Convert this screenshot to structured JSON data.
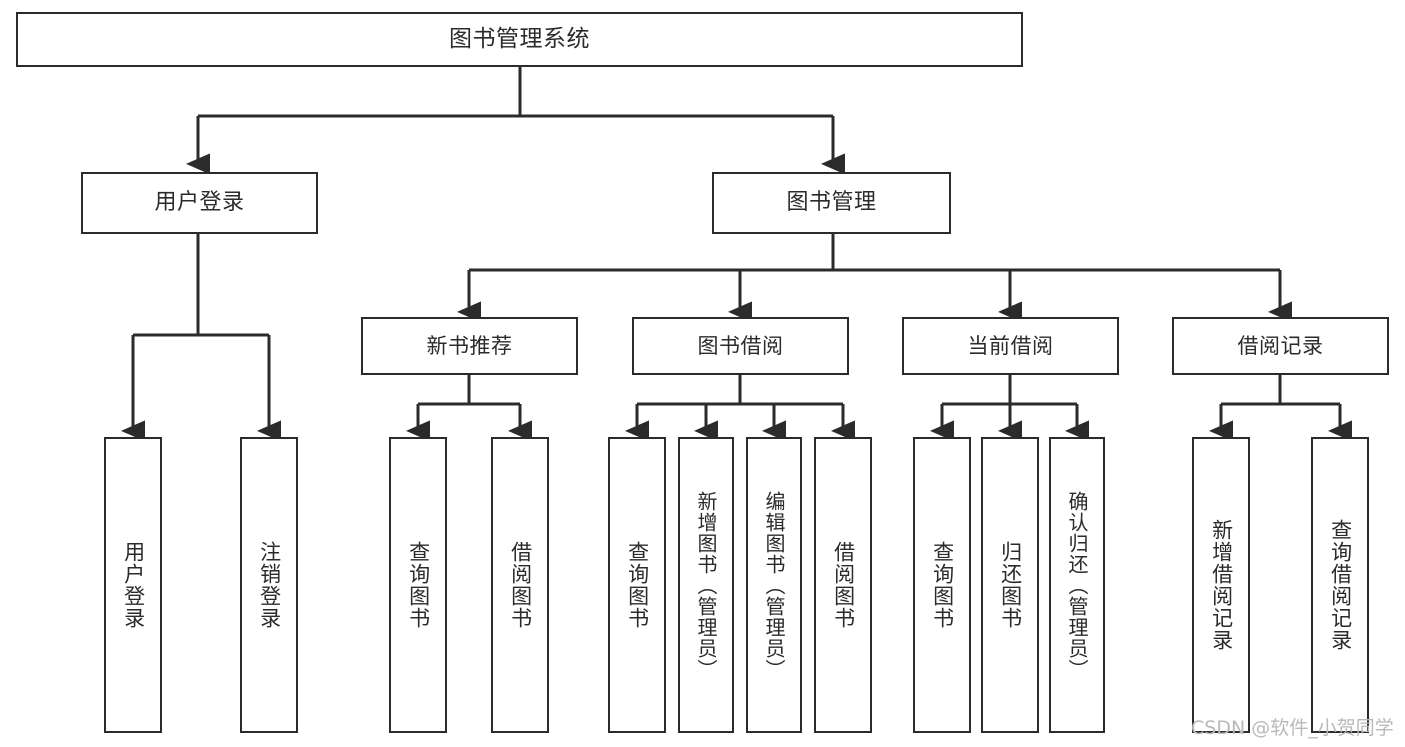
{
  "diagram": {
    "type": "tree",
    "title": "图书管理系统",
    "orientation": "top-down",
    "colors": {
      "box_border": "#2b2b2b",
      "box_fill": "#ffffff",
      "edge": "#2b2b2b",
      "background": "#ffffff",
      "watermark": "#b9b9b9"
    }
  },
  "watermark": {
    "text": "CSDN @软件_小贺同学"
  },
  "nodes": {
    "root": {
      "label": "图书管理系统"
    },
    "level1": [
      {
        "id": "user-login",
        "label": "用户登录"
      },
      {
        "id": "book-manage",
        "label": "图书管理"
      }
    ],
    "level2": [
      {
        "id": "new-book-recommend",
        "label": "新书推荐"
      },
      {
        "id": "book-borrow",
        "label": "图书借阅"
      },
      {
        "id": "current-borrow",
        "label": "当前借阅"
      },
      {
        "id": "borrow-record",
        "label": "借阅记录"
      }
    ],
    "leaves": {
      "user_login": [
        {
          "id": "leaf-user-login",
          "label": "用户登录"
        },
        {
          "id": "leaf-logout-login",
          "label": "注销登录"
        }
      ],
      "new_book_recommend": [
        {
          "id": "leaf-query-book-1",
          "label": "查询图书"
        },
        {
          "id": "leaf-borrow-book-1",
          "label": "借阅图书"
        }
      ],
      "book_borrow": [
        {
          "id": "leaf-query-book-2",
          "label": "查询图书"
        },
        {
          "id": "leaf-add-book",
          "label": "新增图书（管理员）"
        },
        {
          "id": "leaf-edit-book",
          "label": "编辑图书（管理员）"
        },
        {
          "id": "leaf-borrow-book-2",
          "label": "借阅图书"
        }
      ],
      "current_borrow": [
        {
          "id": "leaf-query-book-3",
          "label": "查询图书"
        },
        {
          "id": "leaf-return-book",
          "label": "归还图书"
        },
        {
          "id": "leaf-confirm-return",
          "label": "确认归还（管理员）"
        }
      ],
      "borrow_record": [
        {
          "id": "leaf-add-record",
          "label": "新增借阅记录"
        },
        {
          "id": "leaf-query-record",
          "label": "查询借阅记录"
        }
      ]
    }
  }
}
